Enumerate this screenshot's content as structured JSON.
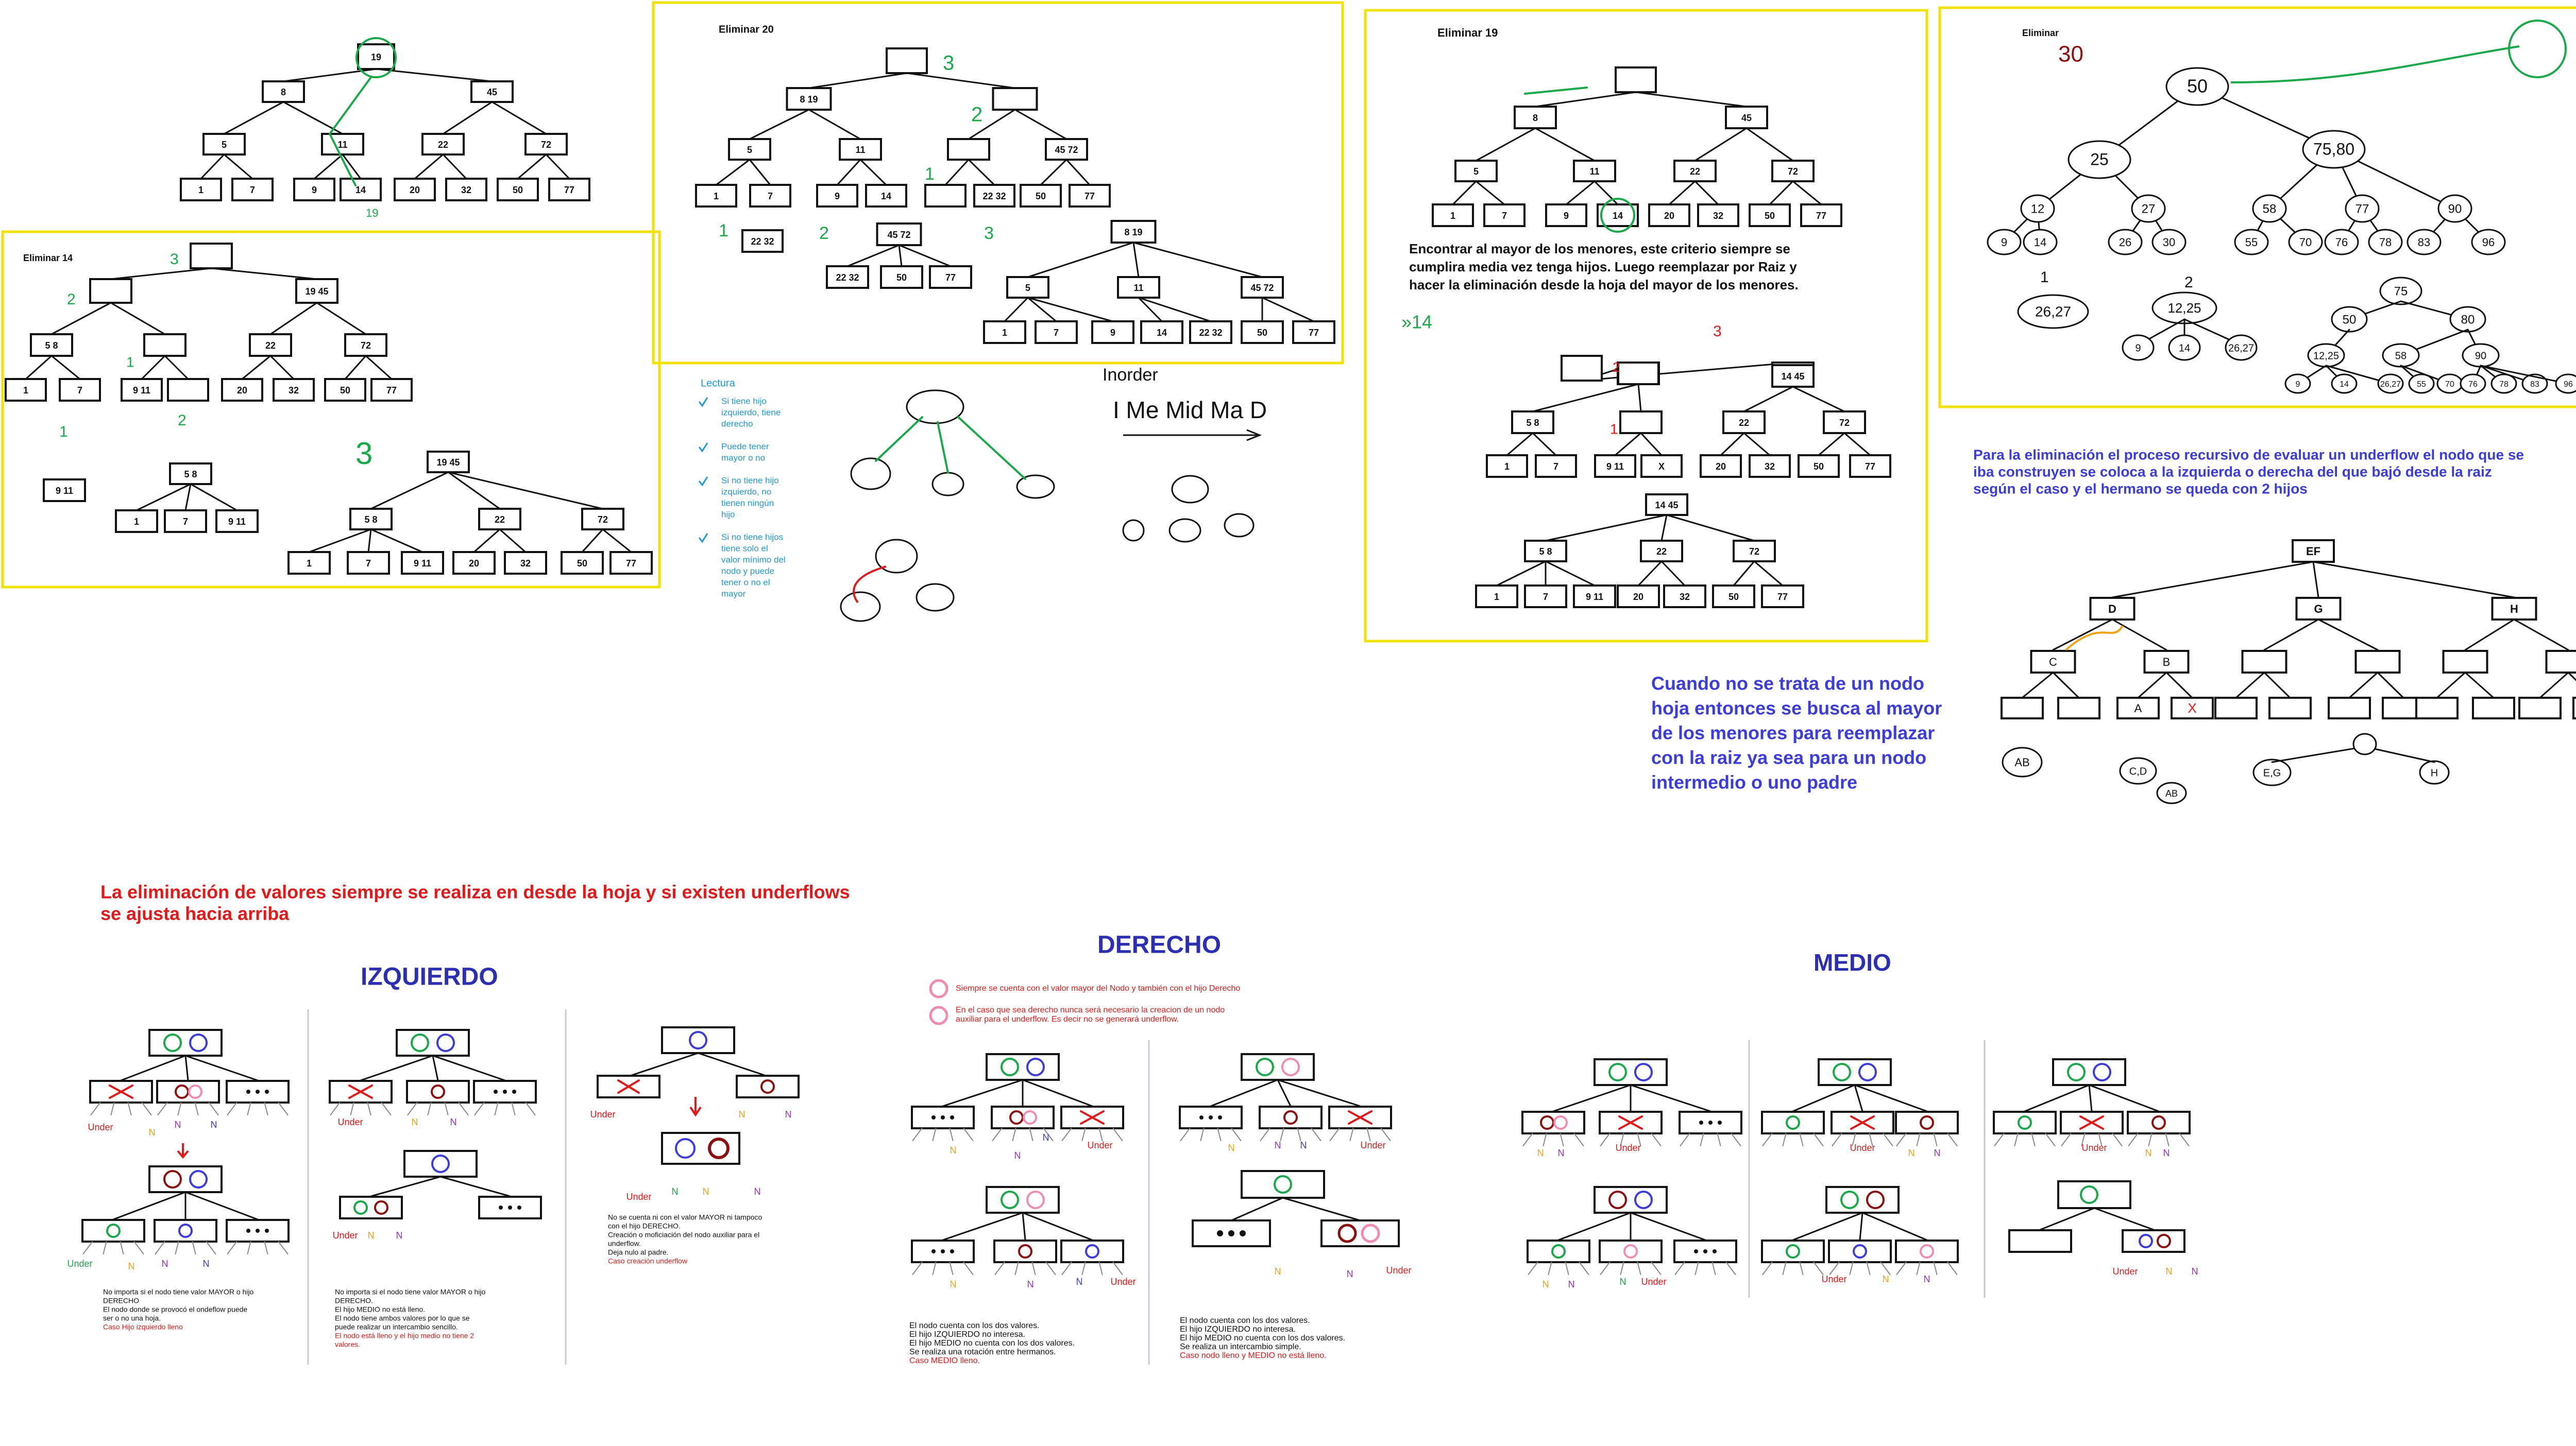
{
  "colors": {
    "frame": "#f2e200",
    "ink": "#111111",
    "red": "#e01a1a",
    "blue": "#3c3cd8",
    "navy": "#2b2fb0",
    "green": "#1aa84a",
    "cyan": "#1e9ad6",
    "purple": "#9b2fc9",
    "pink": "#f08cb0",
    "orange": "#f2a21a",
    "darkred": "#8b1010"
  },
  "panel_titles": {
    "p20": "Eliminar 20",
    "p14": "Eliminar 14",
    "p19": "Eliminar 19",
    "p30": "Eliminar"
  },
  "main_tree": {
    "root": "19",
    "l1": [
      "8",
      "45"
    ],
    "l2": [
      "5",
      "11",
      "22",
      "72"
    ],
    "leaves": [
      "1",
      "7",
      "9",
      "14",
      "20",
      "32",
      "50",
      "77"
    ],
    "note": "19"
  },
  "p20": {
    "a_root": "",
    "a_l1": [
      "8 19",
      ""
    ],
    "a_l2": [
      "5",
      "11",
      "",
      "45 72"
    ],
    "a_leaves": [
      "1",
      "7",
      "9",
      "14",
      "",
      "22 32",
      "50",
      "77"
    ],
    "a_marks": [
      "3",
      "2",
      "1",
      "1",
      "2",
      "3"
    ],
    "b_rows": [
      "22 32",
      "45 72",
      "22 32",
      "50",
      "77"
    ],
    "c_root": "8 19",
    "c_l1": [
      "5",
      "11",
      "45 72"
    ],
    "c_leaves": [
      "1",
      "7",
      "9",
      "14",
      "22 32",
      "50",
      "77"
    ]
  },
  "p14": {
    "a_root": "",
    "a_l1": [
      "",
      "19 45"
    ],
    "a_l2": [
      "5 8",
      "",
      "22",
      "72"
    ],
    "a_leaves": [
      "1",
      "7",
      "9 11",
      "",
      "20",
      "32",
      "50",
      "77"
    ],
    "a_marks": [
      "3",
      "2",
      "1",
      "1",
      "2",
      "3"
    ],
    "single": "9 11",
    "b_root": "5 8",
    "b_leaves": [
      "1",
      "7",
      "9 11"
    ],
    "c_root": "19 45",
    "c_l1": [
      "5 8",
      "22",
      "72"
    ],
    "c_leaves": [
      "1",
      "7",
      "9 11",
      "20",
      "32",
      "50",
      "77"
    ]
  },
  "p19": {
    "a_root": "",
    "a_l1": [
      "8",
      "45"
    ],
    "a_l2": [
      "5",
      "11",
      "22",
      "72"
    ],
    "a_leaves": [
      "1",
      "7",
      "9",
      "14",
      "20",
      "32",
      "50",
      "77"
    ],
    "text": [
      "Encontrar al mayor de los menores, este criterio siempre se",
      "cumplira media vez tenga hijos. Luego reemplazar por Raiz y",
      "hacer la eliminación desde la hoja del mayor de los menores."
    ],
    "mark": "»14",
    "b_root": "",
    "b_l1": [
      "",
      "14 45"
    ],
    "b_l2": [
      "5 8",
      "",
      "22",
      "72"
    ],
    "b_leaves": [
      "1",
      "7",
      "9 11",
      "X",
      "20",
      "32",
      "50",
      "77"
    ],
    "b_marks": [
      "3",
      "2",
      "1"
    ],
    "c_root": "14 45",
    "c_l1": [
      "5 8",
      "22",
      "72"
    ],
    "c_leaves": [
      "1",
      "7",
      "9 11",
      "20",
      "32",
      "50",
      "77"
    ]
  },
  "p30": {
    "num": "30",
    "root": "50",
    "l1": [
      "25",
      "75,80"
    ],
    "l2": [
      "12",
      "27",
      "58",
      "77",
      "90"
    ],
    "l3": [
      "9",
      "14",
      "26",
      "30",
      "55",
      "70",
      "76",
      "78",
      "83",
      "96"
    ],
    "marks": [
      "1",
      "2"
    ],
    "s1": "26,27",
    "s2_root": "12,25",
    "s2_leaves": [
      "9",
      "14",
      "26,27"
    ],
    "s3_root": "75",
    "s3_l1": [
      "50",
      "80"
    ],
    "s3_l2": [
      "12,25",
      "58",
      "90"
    ],
    "s3_leaves": [
      "9",
      "14",
      "26,27",
      "55",
      "70",
      "76",
      "78",
      "83",
      "96"
    ]
  },
  "lectura": {
    "title": "Lectura",
    "items": [
      [
        "Si tiene hijo",
        "izquierdo, tiene",
        "derecho"
      ],
      [
        "Puede tener",
        "mayor o no"
      ],
      [
        "Si no tiene hijo",
        "izquierdo, no",
        "tienen ningún",
        "hijo"
      ],
      [
        "Si no tiene hijos",
        "tiene solo el",
        "valor mínimo del",
        "nodo y puede",
        "tener o no el",
        "mayor"
      ]
    ],
    "inorder": "Inorder",
    "imemid": "I Me Mid Ma D"
  },
  "notes": {
    "underflow": [
      "Para la eliminación el proceso recursivo de evaluar un underflow el nodo que se",
      "iba construyen se coloca a la izquierda o derecha del que bajó desde la raiz",
      "según el caso y el hermano se queda con 2 hijos"
    ],
    "cuando": [
      "Cuando no se trata de un nodo",
      "hoja entonces se busca al mayor",
      "de los menores para reemplazar",
      "con la raiz ya sea para un nodo",
      "intermedio o uno padre"
    ],
    "red": [
      "La eliminación de valores siempre se realiza en desde la hoja y si existen underflows",
      "se ajusta hacia arriba"
    ]
  },
  "ef_tree": {
    "root": "EF",
    "l1": [
      "D",
      "G",
      "H"
    ],
    "l2": [
      "C",
      "B",
      "A",
      "X"
    ],
    "small": [
      "AB",
      "C,D",
      "AB",
      "E,G",
      "H"
    ]
  },
  "sections": {
    "izq": "IZQUIERDO",
    "der": "DERECHO",
    "med": "MEDIO"
  },
  "labels": {
    "under": "Under",
    "n": "N"
  },
  "izq_notes": {
    "c1": [
      "No importa si el nodo tiene valor MAYOR o hijo",
      "DERECHO",
      "El nodo donde se provocó el ondeflow puede",
      "ser o no una hoja.",
      "Caso Hijo izquierdo lleno"
    ],
    "c2": [
      "No importa si el nodo tiene valor MAYOR o hijo",
      "DERECHO.",
      "El hijo MEDIO no está lleno.",
      "El nodo tiene ambos valores por lo que se",
      "puede realizar un intercambio sencillo.",
      "El nodo está lleno y el hijo medio no tiene 2",
      "valores."
    ],
    "c3": [
      "No se cuenta ni con el valor MAYOR ni tampoco",
      "con el hijo DERECHO.",
      "Creación o moficiación del nodo auxiliar para el",
      "underflow.",
      "Deja nulo al padre.",
      "Caso creación underflow"
    ]
  },
  "der_head": [
    "Siempre se cuenta con el valor mayor del Nodo y también con el hijo Derecho",
    "En el caso que sea derecho nunca será necesario la creacion de un nodo",
    "auxiliar para el underflow. Es decir no se generará underflow."
  ],
  "der_notes": {
    "c1": [
      "El nodo cuenta con los dos valores.",
      "El hijo IZQUIERDO no interesa.",
      "El hijo MEDIO no cuenta con los dos valores.",
      "Se realiza una rotación entre hermanos.",
      "Caso MEDIO lleno."
    ],
    "c2": [
      "El nodo cuenta con los dos valores.",
      "El hijo IZQUIERDO no interesa.",
      "El hijo MEDIO no cuenta con los dos valores.",
      "Se realiza un intercambio simple.",
      "Caso nodo lleno y MEDIO no está lleno."
    ]
  }
}
